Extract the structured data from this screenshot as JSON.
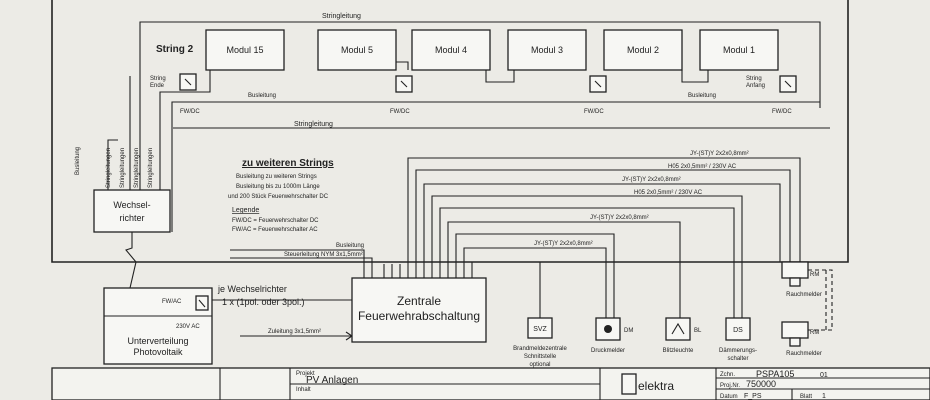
{
  "strings": {
    "stringleitung_top": "Stringleitung",
    "string2": "String 2",
    "string_ende": [
      "String",
      "Ende"
    ],
    "string_anfang": [
      "String",
      "Anfang"
    ],
    "stringleitung_mid": "Stringleitung",
    "busleitung_row": "Busleitung",
    "busleitung_row_right": "Busleitung",
    "busleitung_left": "Busleitung",
    "vertical": [
      "Stringleitungen",
      "Stringleitungen",
      "Stringleitungen",
      "Stringleitungen"
    ]
  },
  "modules": [
    "Modul 15",
    "Modul 5",
    "Modul 4",
    "Modul 3",
    "Modul 2",
    "Modul 1"
  ],
  "fwdc": [
    "FW/DC",
    "FW/DC",
    "FW/DC",
    "FW/DC"
  ],
  "notes": {
    "title": "zu weiteren Strings",
    "lines": [
      "Busleitung zu weiteren Strings",
      "Busleitung bis zu 1000m Länge",
      "und 200 Stück Feuerwehrschalter DC"
    ],
    "legende": "Legende",
    "legend_items": [
      "FW/DC = Feuerwehrschalter DC",
      "FW/AC = Feuerwehrschalter AC"
    ]
  },
  "wechselrichter": [
    "Wechsel-",
    "richter"
  ],
  "cables": {
    "je_title": "je Wechselrichter",
    "je_sub": "1 x (1pol. oder 3pol.)",
    "busleitung": "Busleitung",
    "steuerleitung": "Steuerleitung NYM 3x1,5mm²",
    "zuleitung": "Zuleitung 3x1,5mm²",
    "right": [
      "JY-(ST)Y 2x2x0,8mm²",
      "H05 2x0,5mm² / 230V AC",
      "JY-(ST)Y 2x2x0,8mm²",
      "H05 2x0,5mm² / 230V AC",
      "JY-(ST)Y 2x2x0,8mm²",
      "JY-(ST)Y 2x2x0,8mm²"
    ]
  },
  "zentrale": [
    "Zentrale",
    "Feuerwehrabschaltung"
  ],
  "unterverteilung": {
    "fwac": "FW/AC",
    "v230": "230V AC",
    "label": [
      "Unterverteilung",
      "Photovoltaik"
    ]
  },
  "devices": {
    "svz_code": "SVZ",
    "svz_caption": [
      "Brandmeldezentrale",
      "Schnittstelle",
      "optional"
    ],
    "druck_code": "DM",
    "druck_caption": "Druckmelder",
    "blitz_code": "BL",
    "blitz_caption": "Blitzleuchte",
    "daemm_code": "DS",
    "daemm_caption": [
      "Dämmerungs-",
      "schalter"
    ],
    "rm_code": "RM",
    "rm1_caption": "Rauchmelder",
    "rm2_code": "RM",
    "rm2_caption": "Rauchmelder"
  },
  "titleblock": {
    "projekt_label": "Projekt",
    "projekt_value": "PV Anlagen",
    "inhalt_label": "Inhalt",
    "brand": "elektra",
    "zeichnung_label": "Zchn.",
    "zeichnung_value": "PSPA105",
    "projekt_nr_label": "Proj.Nr.",
    "projekt_nr_value": "750000",
    "datum_label": "Datum",
    "datum_value": "F_PS",
    "blatt_label": "Blatt",
    "blatt_value": "1",
    "sheet_code": "01"
  }
}
